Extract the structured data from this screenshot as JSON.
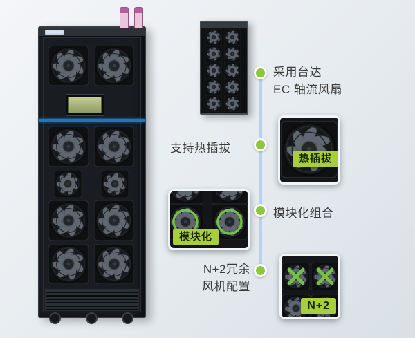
{
  "features": [
    {
      "line1": "采用台达",
      "line2": "EC 轴流风扇"
    },
    {
      "label": "支持热插拔",
      "badge": "热插拔"
    },
    {
      "label": "模块化组合",
      "badge": "模块化"
    },
    {
      "line1": "N+2冗余",
      "line2": "风机配置",
      "badge": "N+2"
    }
  ],
  "colors": {
    "accent_green": "#8dc63f",
    "badge_green": "#a8ce3c",
    "highlight_green": "#76c043",
    "timeline_blue": "#a9d9ef",
    "text": "#3b3b3b",
    "led_blue": "#1d76c0",
    "pipe_pink": "#eac6dc"
  }
}
